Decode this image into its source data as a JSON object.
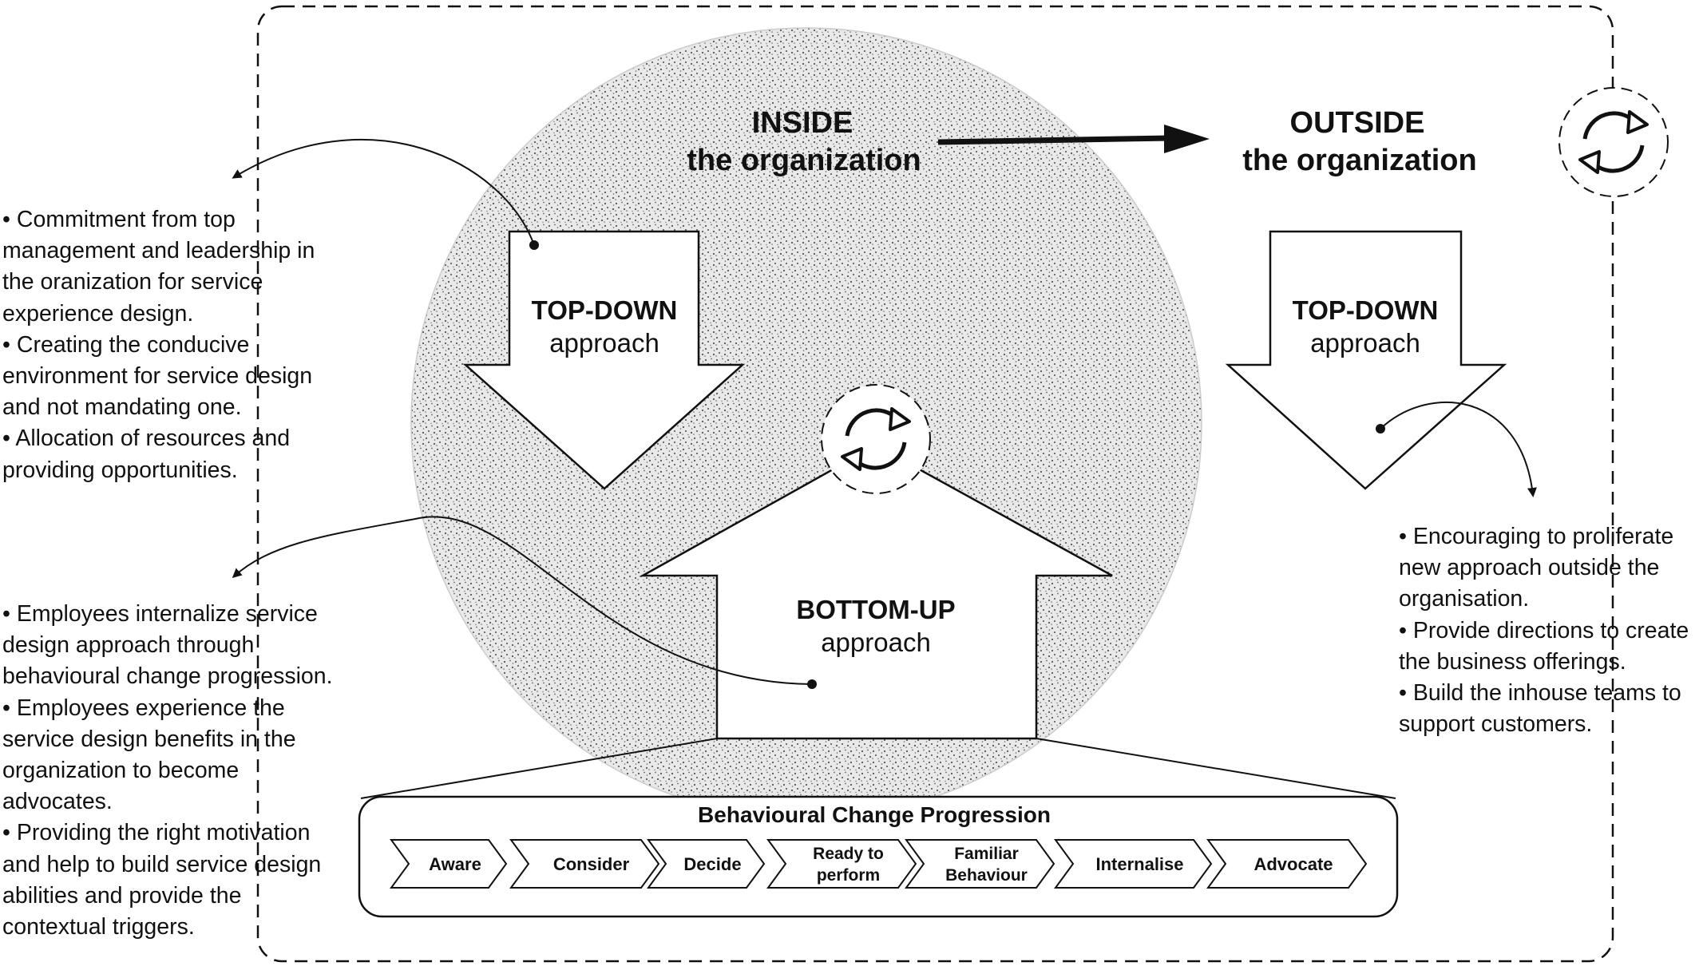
{
  "inside": {
    "title": "INSIDE",
    "subtitle": "the organization"
  },
  "outside": {
    "title": "OUTSIDE",
    "subtitle": "the organization"
  },
  "top_down_inside": {
    "title": "TOP-DOWN",
    "subtitle": "approach"
  },
  "top_down_outside": {
    "title": "TOP-DOWN",
    "subtitle": "approach"
  },
  "bottom_up": {
    "title": "BOTTOM-UP",
    "subtitle": "approach"
  },
  "progression": {
    "title": "Behavioural Change Progression",
    "steps": [
      {
        "line1": "Aware",
        "line2": ""
      },
      {
        "line1": "Consider",
        "line2": ""
      },
      {
        "line1": "Decide",
        "line2": ""
      },
      {
        "line1": "Ready to",
        "line2": "perform"
      },
      {
        "line1": "Familiar",
        "line2": "Behaviour"
      },
      {
        "line1": "Internalise",
        "line2": ""
      },
      {
        "line1": "Advocate",
        "line2": ""
      }
    ]
  },
  "top_down_notes": [
    "• Commitment from top",
    "management and leadership in",
    "the oranization for service",
    "experience design.",
    "• Creating the conducive",
    "environment for service design",
    "and not mandating one.",
    "• Allocation of resources and",
    "providing opportunities."
  ],
  "bottom_up_notes": [
    "• Employees internalize service",
    "design approach through",
    "behavioural change progression.",
    "• Employees experience the",
    "service design benefits in the",
    "organization to become",
    "advocates.",
    "• Providing the right motivation",
    "and help to build service design",
    "abilities and  provide the",
    "contextual triggers."
  ],
  "outside_notes": [
    "• Encouraging to proliferate",
    "new approach outside the",
    "organisation.",
    "• Provide directions to create",
    "the business offerings.",
    "• Build the inhouse teams to",
    "support customers."
  ],
  "icons": {
    "cycle": "refresh-cycle-icon"
  },
  "colors": {
    "line": "#111111",
    "stipple_bg": "#e7e7e7",
    "background": "#ffffff"
  }
}
